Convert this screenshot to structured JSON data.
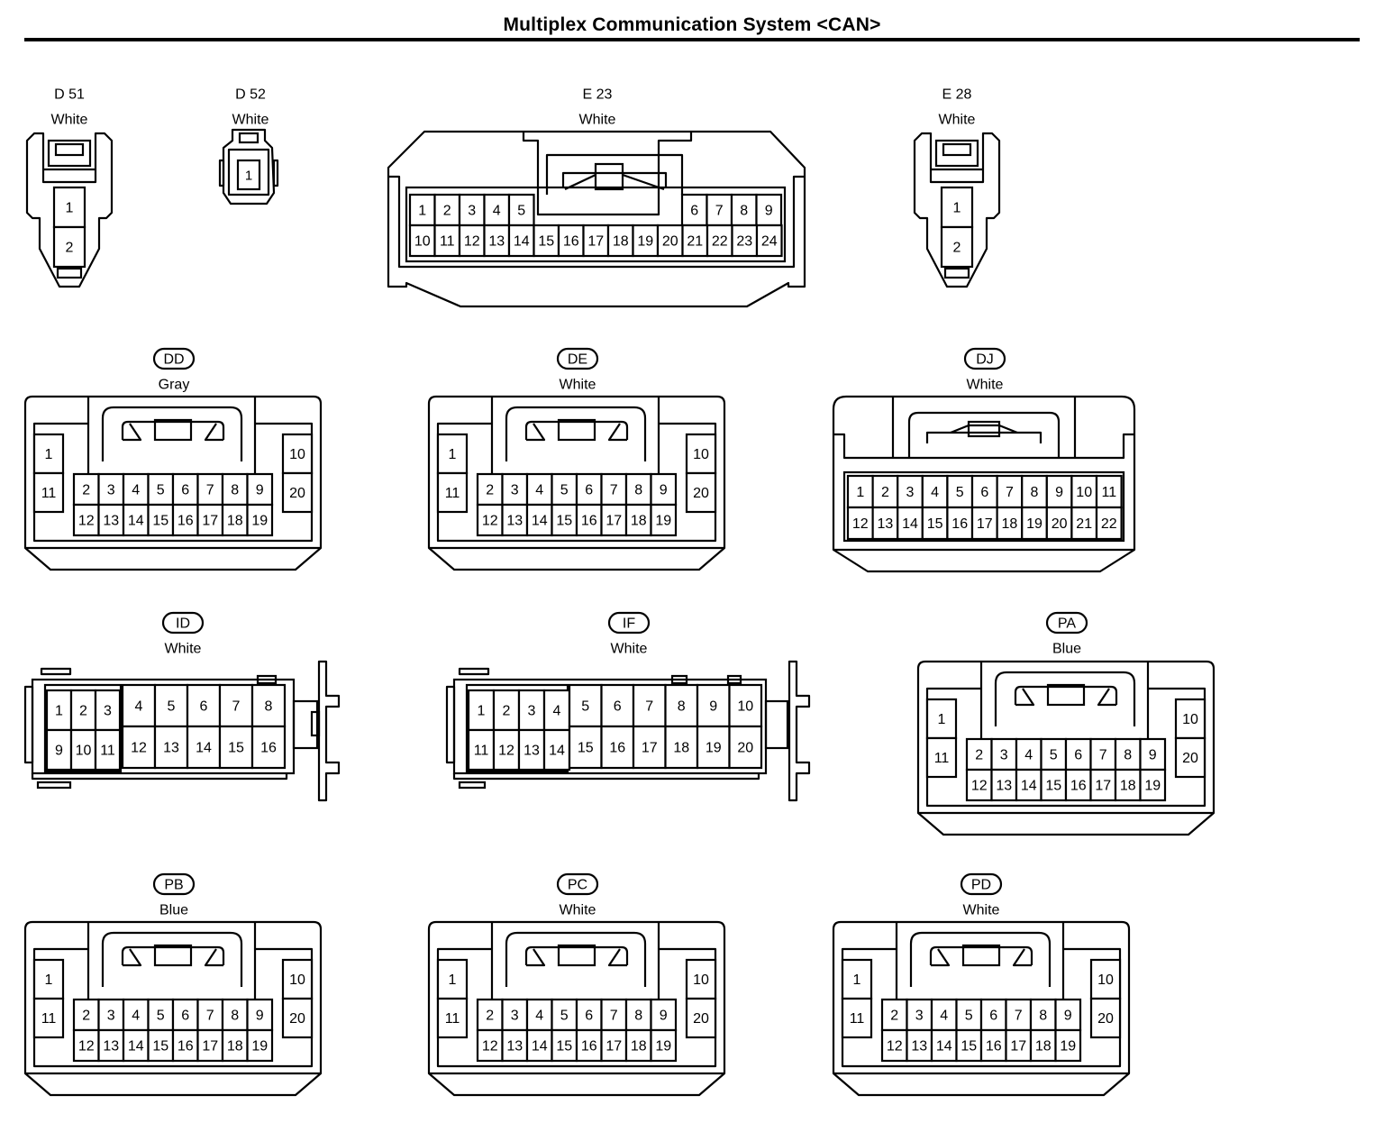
{
  "title": "Multiplex Communication System <CAN>",
  "connectors": [
    {
      "id": "d51",
      "name": "D 51",
      "circled": false,
      "color": "White",
      "style": "tall2"
    },
    {
      "id": "d52",
      "name": "D 52",
      "circled": false,
      "color": "White",
      "style": "small1"
    },
    {
      "id": "e23",
      "name": "E 23",
      "circled": false,
      "color": "White",
      "style": "e24"
    },
    {
      "id": "e28",
      "name": "E 28",
      "circled": false,
      "color": "White",
      "style": "tall2"
    },
    {
      "id": "dd",
      "name": "DD",
      "circled": true,
      "color": "Gray",
      "style": "std20"
    },
    {
      "id": "de",
      "name": "DE",
      "circled": true,
      "color": "White",
      "style": "std20"
    },
    {
      "id": "dj",
      "name": "DJ",
      "circled": true,
      "color": "White",
      "style": "dj22"
    },
    {
      "id": "id",
      "name": "ID",
      "circled": true,
      "color": "White",
      "style": "side16"
    },
    {
      "id": "if",
      "name": "IF",
      "circled": true,
      "color": "White",
      "style": "side20"
    },
    {
      "id": "pa",
      "name": "PA",
      "circled": true,
      "color": "Blue",
      "style": "std20"
    },
    {
      "id": "pb",
      "name": "PB",
      "circled": true,
      "color": "Blue",
      "style": "std20"
    },
    {
      "id": "pc",
      "name": "PC",
      "circled": true,
      "color": "White",
      "style": "std20"
    },
    {
      "id": "pd",
      "name": "PD",
      "circled": true,
      "color": "White",
      "style": "std20"
    }
  ]
}
